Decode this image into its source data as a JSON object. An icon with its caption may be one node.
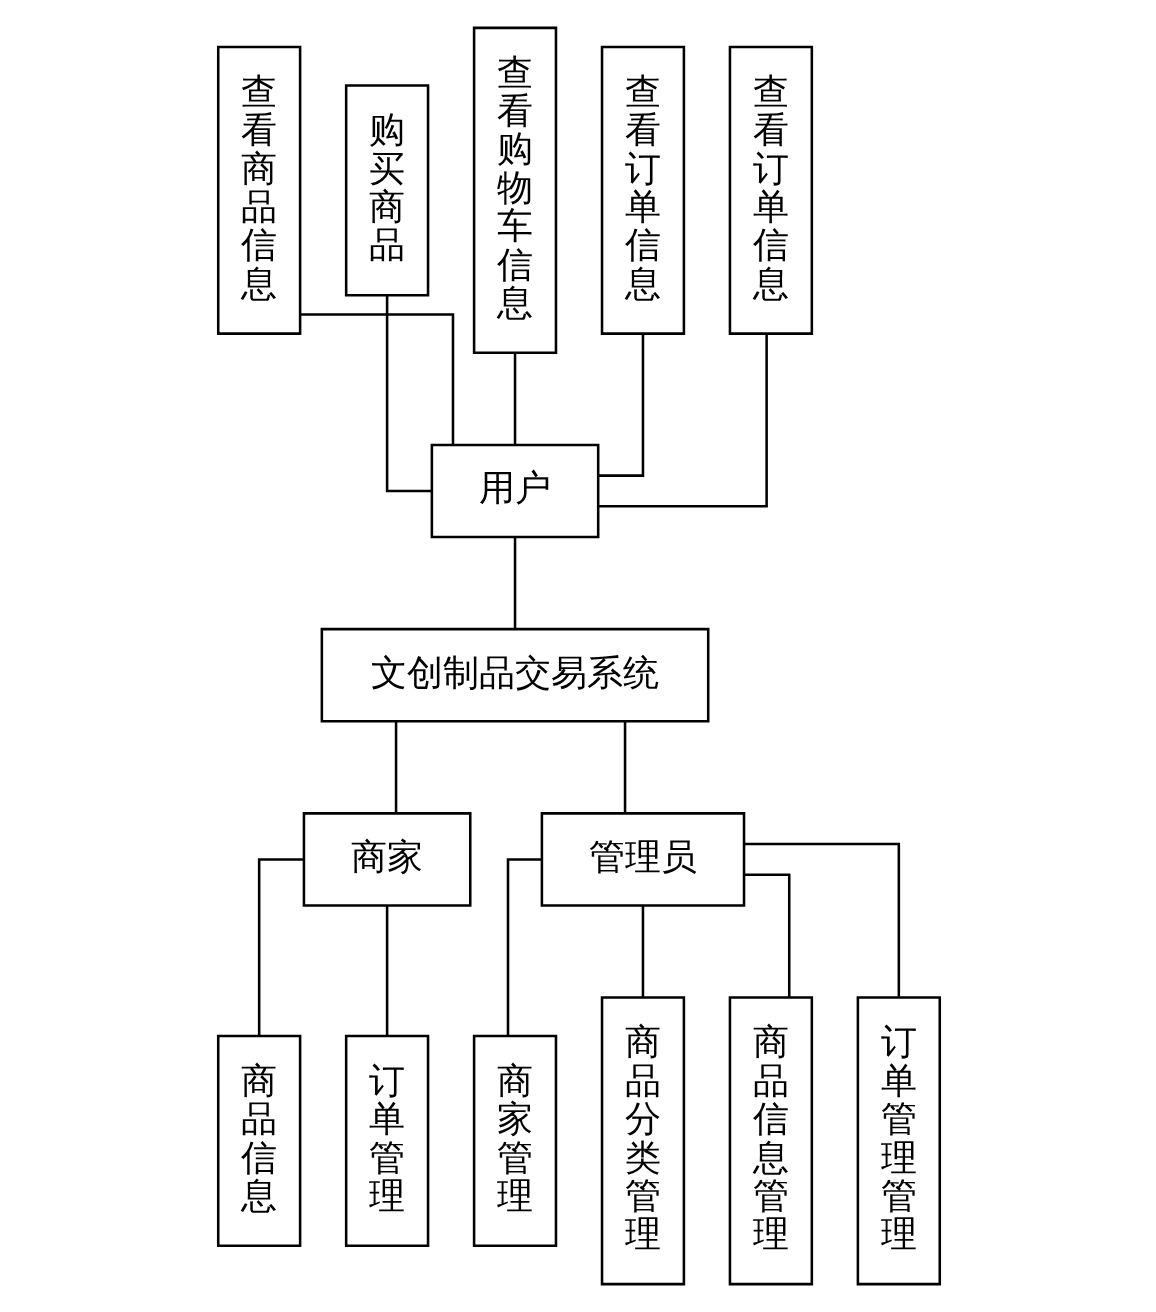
{
  "diagram": {
    "nodes": [
      {
        "text": [
          "文创制品交易系统"
        ]
      },
      {
        "text": [
          "用户"
        ]
      },
      {
        "text": [
          "商家"
        ]
      },
      {
        "text": [
          "管理员"
        ]
      },
      {
        "text": [
          "查看商品信息"
        ]
      },
      {
        "text": [
          "购买商品"
        ]
      },
      {
        "text": [
          "查看购物车信息"
        ]
      },
      {
        "text": [
          "查看订单信息"
        ]
      },
      {
        "text": [
          "查看订单信息"
        ]
      },
      {
        "text": [
          "商品信息"
        ]
      },
      {
        "text": [
          "订单管理"
        ]
      },
      {
        "text": [
          "商家管理"
        ]
      },
      {
        "text": [
          "商品分类管理"
        ]
      },
      {
        "text": [
          "商品信息管理"
        ]
      },
      {
        "text": [
          "订单管理管理"
        ]
      }
    ],
    "edges": [
      {
        "from": 4,
        "to": 1,
        "arrow": "none"
      },
      {
        "from": 5,
        "to": 1,
        "arrow": "none"
      },
      {
        "from": 6,
        "to": 1,
        "arrow": "none"
      },
      {
        "from": 7,
        "to": 1,
        "arrow": "none"
      },
      {
        "from": 8,
        "to": 1,
        "arrow": "none"
      },
      {
        "from": 1,
        "to": 0,
        "arrow": "none"
      },
      {
        "from": 0,
        "to": 2,
        "arrow": "none"
      },
      {
        "from": 0,
        "to": 3,
        "arrow": "none"
      },
      {
        "from": 2,
        "to": 9,
        "arrow": "none"
      },
      {
        "from": 2,
        "to": 10,
        "arrow": "none"
      },
      {
        "from": 3,
        "to": 11,
        "arrow": "none"
      },
      {
        "from": 3,
        "to": 12,
        "arrow": "none"
      },
      {
        "from": 3,
        "to": 13,
        "arrow": "none"
      },
      {
        "from": 3,
        "to": 14,
        "arrow": "none"
      }
    ]
  }
}
